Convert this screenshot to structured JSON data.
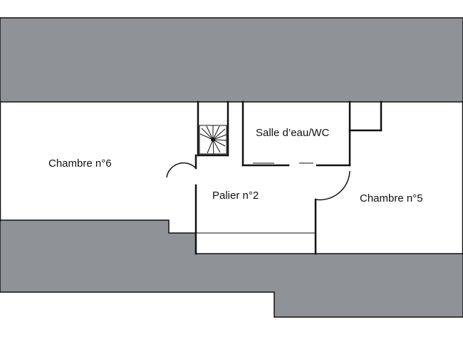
{
  "floor_plan": {
    "colors": {
      "roof_zone": "#8f9296",
      "floor": "#ffffff",
      "wall": "#111111"
    },
    "rooms": {
      "chambre_6": "Chambre n°6",
      "salle_eau_wc": "Salle d’eau/WC",
      "palier_2": "Palier n°2",
      "chambre_5": "Chambre n°5"
    }
  }
}
